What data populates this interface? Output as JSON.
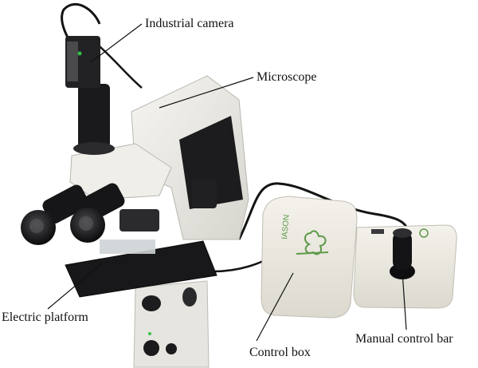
{
  "labels": {
    "industrial_camera": "Industrial camera",
    "microscope": "Microscope",
    "electric_platform": "Electric platform",
    "control_box": "Control box",
    "manual_control_bar": "Manual control bar"
  },
  "devices": {
    "control_box_brand": "IASON"
  },
  "colors": {
    "background": "#ffffff",
    "microscope_body": "#ecebe6",
    "microscope_dark": "#1c1c1e",
    "control_box_body": "#eeece4",
    "logo_green": "#5f9a4a",
    "cable": "#141414"
  }
}
